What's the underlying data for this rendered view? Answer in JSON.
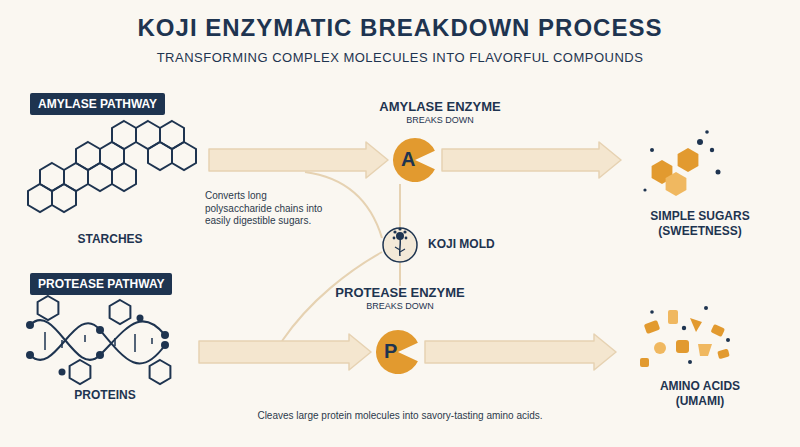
{
  "diagram": {
    "title": "KOJI ENZYMATIC BREAKDOWN PROCESS",
    "nodes": [
      {
        "text": [
          "AMYLASE PATHWAY"
        ]
      },
      {
        "text": [
          "STARCHES"
        ]
      },
      {
        "text": [
          "AMYLASE ENZYME",
          "BREAKS DOWN",
          "A"
        ]
      },
      {
        "text": [
          "SIMPLE SUGARS (SWEETNESS)"
        ]
      },
      {
        "text": [
          "KOJI MOLD"
        ]
      },
      {
        "text": [
          "PROTEASE PATHWAY"
        ]
      },
      {
        "text": [
          "PROTEINS"
        ]
      },
      {
        "text": [
          "PROTEASE ENZYME",
          "BREAKS DOWN",
          "P"
        ]
      },
      {
        "text": [
          "AMINO ACIDS (UMAMI)"
        ]
      }
    ],
    "edges": [
      {
        "from": 1,
        "to": 2,
        "arrow": "to"
      },
      {
        "from": 2,
        "to": 3,
        "arrow": "to"
      },
      {
        "from": 6,
        "to": 7,
        "arrow": "to"
      },
      {
        "from": 7,
        "to": 8,
        "arrow": "to"
      },
      {
        "from": 4,
        "to": 2,
        "arrow": "none"
      },
      {
        "from": 4,
        "to": 7,
        "arrow": "none"
      }
    ],
    "labels": [
      "TRANSFORMING COMPLEX MOLECULES INTO FLAVORFUL COMPOUNDS",
      "Converts long polysaccharide chains into easily digestible sugars.",
      "Cleaves large protein molecules into savory-tasting amino acids."
    ]
  }
}
